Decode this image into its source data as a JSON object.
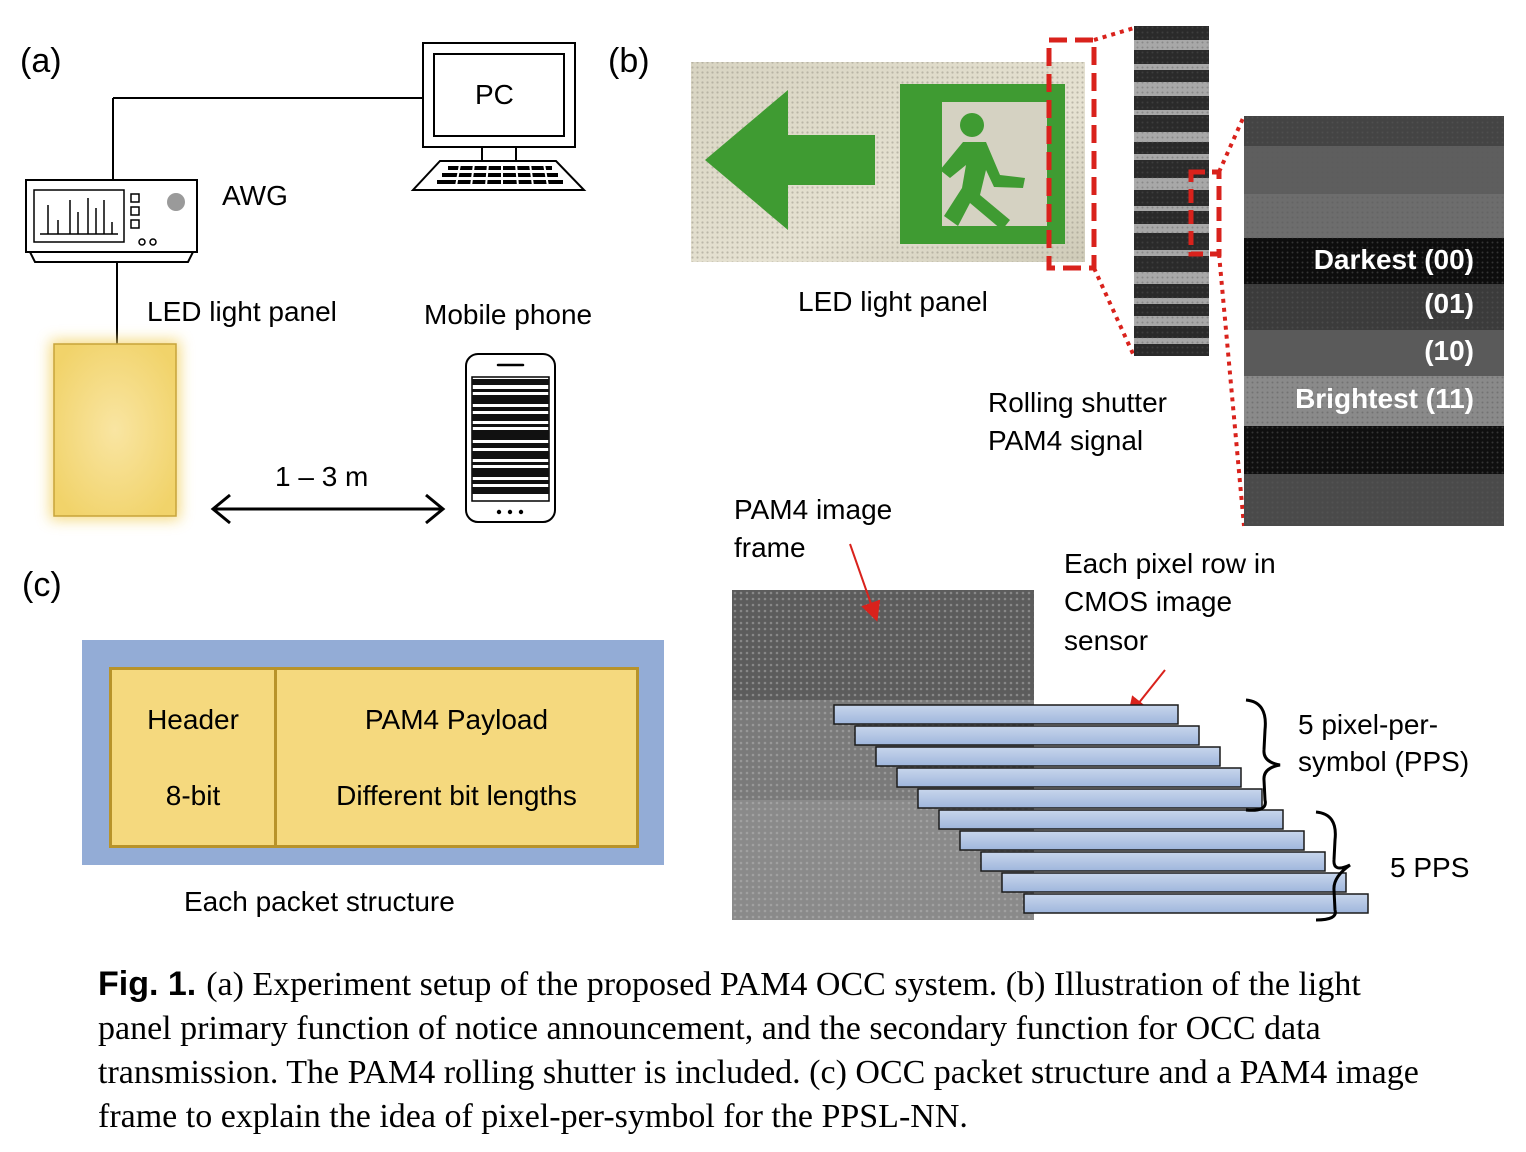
{
  "panels": {
    "a": "(a)",
    "b": "(b)",
    "c": "(c)"
  },
  "setup": {
    "pc_label": "PC",
    "awg_label": "AWG",
    "led_panel_label": "LED light panel",
    "mobile_phone_label": "Mobile phone",
    "distance_label": "1 – 3 m"
  },
  "illustration": {
    "led_panel_label": "LED light panel",
    "rolling_shutter_line1": "Rolling shutter",
    "rolling_shutter_line2": "PAM4 signal",
    "levels": [
      {
        "text": "Darkest (00)"
      },
      {
        "text": "(01)"
      },
      {
        "text": "(10)"
      },
      {
        "text": "Brightest (11)"
      }
    ]
  },
  "packet": {
    "header_title": "Header",
    "header_bits": "8-bit",
    "payload_title": "PAM4 Payload",
    "payload_bits": "Different bit lengths",
    "caption": "Each packet structure",
    "colors": {
      "outer": "#93acd6",
      "inner": "#f5d97e",
      "border": "#b8932a"
    }
  },
  "frame": {
    "image_frame_line1": "PAM4 image",
    "image_frame_line2": "frame",
    "pixel_row_line1": "Each pixel row in",
    "pixel_row_line2": "CMOS image",
    "pixel_row_line3": "sensor",
    "pps_line1": "5 pixel-per-",
    "pps_line2": "symbol (PPS)",
    "pps_short": "5 PPS"
  },
  "caption": {
    "fig_label": "Fig. 1.",
    "text": "(a) Experiment setup of the proposed PAM4 OCC system.  (b) Illustration of the light panel primary function of notice announcement, and the secondary function for OCC data transmission.  The PAM4 rolling shutter is included.  (c) OCC packet structure and a PAM4 image frame to explain the idea of pixel-per-symbol for the PPSL-NN."
  }
}
